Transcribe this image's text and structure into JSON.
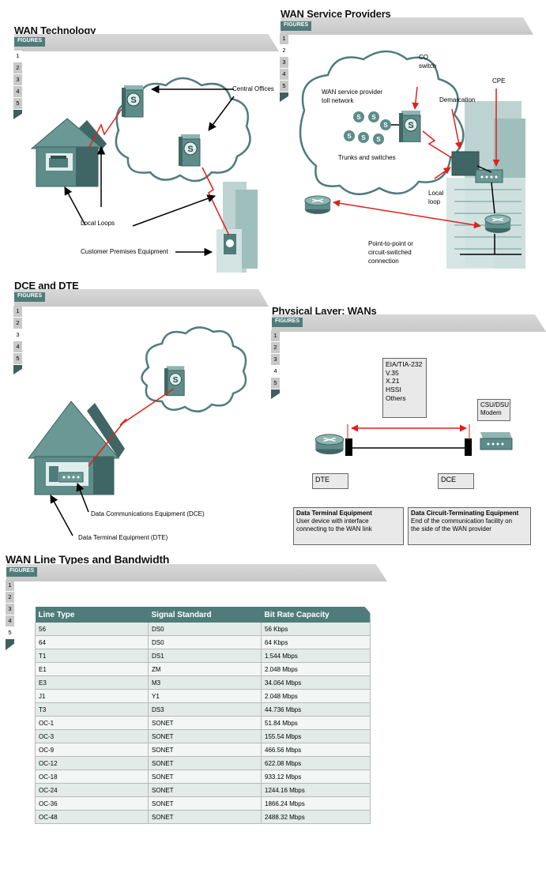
{
  "figures_label": "FIGURES",
  "panels": [
    {
      "title": "WAN Technology",
      "tabs": [
        "1",
        "2",
        "3",
        "4",
        "5"
      ],
      "active": 0,
      "labels": {
        "central_offices": "Central Offices",
        "local_loops": "Local Loops",
        "cpe": "Customer Premises Equipment"
      }
    },
    {
      "title": "WAN Service Providers",
      "tabs": [
        "1",
        "2",
        "3",
        "4",
        "5"
      ],
      "active": 1,
      "labels": {
        "co_switch_1": "CO",
        "co_switch_2": "switch",
        "cpe": "CPE",
        "toll_1": "WAN service provider",
        "toll_2": "toll network",
        "demarcation": "Demarcation",
        "trunks": "Trunks and switches",
        "local_1": "Local",
        "local_2": "loop",
        "p2p_1": "Point-to-point or",
        "p2p_2": "circuit-switched",
        "p2p_3": "connection"
      }
    },
    {
      "title": "DCE and DTE",
      "tabs": [
        "1",
        "2",
        "3",
        "4",
        "5"
      ],
      "active": 2,
      "labels": {
        "dce": "Data Communications Equipment (DCE)",
        "dte": "Data Terminal Equipment (DTE)"
      }
    },
    {
      "title": "Physical Layer: WANs",
      "tabs": [
        "1",
        "2",
        "3",
        "4",
        "5"
      ],
      "active": 3,
      "standards": [
        "EIA/TIA-232",
        "V.35",
        "X.21",
        "HSSI",
        "Others"
      ],
      "csu": [
        "CSU/DSU",
        "Modem"
      ],
      "dte": "DTE",
      "dce": "DCE",
      "dte_desc": {
        "title": "Data Terminal Equipment",
        "line1": "User device with interface",
        "line2": "connecting to the WAN link"
      },
      "dce_desc": {
        "title": "Data Circuit-Terminating Equipment",
        "line1": "End of the communication facility on",
        "line2": "the side of the WAN provider"
      }
    },
    {
      "title": "WAN Line Types and Bandwidth",
      "tabs": [
        "1",
        "2",
        "3",
        "4",
        "5"
      ],
      "active": 4
    }
  ],
  "table": {
    "headers": [
      "Line Type",
      "Signal Standard",
      "Bit Rate Capacity"
    ],
    "rows": [
      [
        "56",
        "DS0",
        "56 Kbps"
      ],
      [
        "64",
        "DS0",
        "64 Kbps"
      ],
      [
        "T1",
        "DS1",
        "1.544 Mbps"
      ],
      [
        "E1",
        "ZM",
        "2.048 Mbps"
      ],
      [
        "E3",
        "M3",
        "34.064 Mbps"
      ],
      [
        "J1",
        "Y1",
        "2.048 Mbps"
      ],
      [
        "T3",
        "DS3",
        "44.736 Mbps"
      ],
      [
        "OC-1",
        "SONET",
        "51.84 Mbps"
      ],
      [
        "OC-3",
        "SONET",
        "155.54 Mbps"
      ],
      [
        "OC-9",
        "SONET",
        "466.56 Mbps"
      ],
      [
        "OC-12",
        "SONET",
        "622.08 Mbps"
      ],
      [
        "OC-18",
        "SONET",
        "933.12 Mbps"
      ],
      [
        "OC-24",
        "SONET",
        "1244.16 Mbps"
      ],
      [
        "OC-36",
        "SONET",
        "1866.24 Mbps"
      ],
      [
        "OC-48",
        "SONET",
        "2488.32 Mbps"
      ]
    ]
  },
  "colors": {
    "teal": "#4f7c7b",
    "link_red": "#e0201b",
    "cloud": "#ffffff"
  },
  "icons": [
    "house-icon",
    "cloud-icon",
    "switch-icon",
    "building-icon",
    "router-icon",
    "csu-dsu-icon",
    "computer-icon",
    "phone-icon"
  ]
}
